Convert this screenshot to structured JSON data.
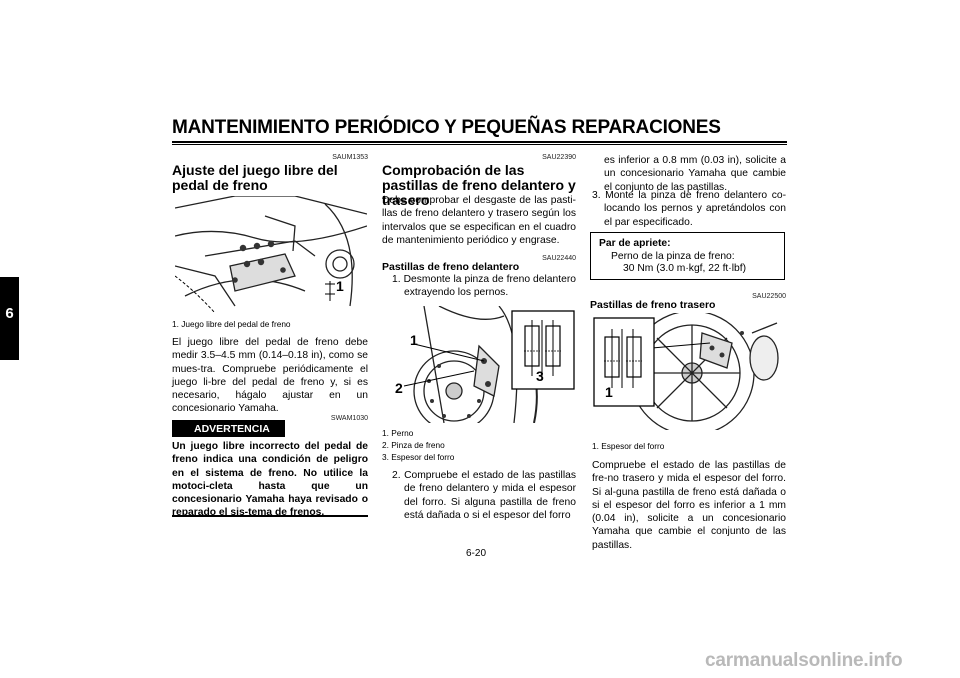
{
  "header": {
    "title": "MANTENIMIENTO PERIÓDICO Y PEQUEÑAS REPARACIONES"
  },
  "tab": {
    "number": "6"
  },
  "col1": {
    "code": "SAUM1353",
    "heading": "Ajuste del juego libre del pedal de freno",
    "figure_label": "1",
    "caption": "1. Juego libre del pedal de freno",
    "body": "El juego libre del pedal de freno debe medir 3.5–4.5 mm (0.14–0.18 in), como se mues-tra. Compruebe periódicamente el juego li-bre del pedal de freno y, si es necesario, hágalo ajustar en un concesionario Yamaha.",
    "warning_label": "ADVERTENCIA",
    "warning_code": "SWAM1030",
    "warning_text": "Un juego libre incorrecto del pedal de freno indica una condición de peligro en el sistema de freno. No utilice la motoci-cleta hasta que un concesionario Yamaha haya revisado o reparado el sis-tema de frenos."
  },
  "col2": {
    "code": "SAU22390",
    "heading": "Comprobación de las pastillas de freno delantero y trasero",
    "intro": "Debe comprobar el desgaste de las pasti-llas de freno delantero y trasero según los intervalos que se especifican en el cuadro de mantenimiento periódico y engrase.",
    "code2": "SAU22440",
    "subheading": "Pastillas de freno delantero",
    "step1": "1. Desmonte la pinza de freno delantero extrayendo los pernos.",
    "figure_labels": [
      "1",
      "2",
      "3"
    ],
    "captions": [
      "1. Perno",
      "2. Pinza de freno",
      "3. Espesor del forro"
    ],
    "step2": "2. Compruebe el estado de las pastillas de freno delantero y mida el espesor del forro. Si alguna pastilla de freno está dañada o si el espesor del forro"
  },
  "col3": {
    "step2_cont": "es inferior a 0.8 mm (0.03 in), solicite a un concesionario Yamaha que cambie el conjunto de las pastillas.",
    "step3": "3. Monte la pinza de freno delantero co-locando los pernos y apretándolos con el par especificado.",
    "spec": {
      "title": "Par de apriete:",
      "line1": "Perno de la pinza de freno:",
      "line2": "30 Nm (3.0 m·kgf, 22 ft·lbf)"
    },
    "code": "SAU22500",
    "subheading": "Pastillas de freno trasero",
    "figure_label": "1",
    "caption": "1. Espesor del forro",
    "body": "Compruebe el estado de las pastillas de fre-no trasero y mida el espesor del forro. Si al-guna pastilla de freno está dañada o si el espesor del forro es inferior a 1 mm (0.04 in), solicite a un concesionario Yamaha que cambie el conjunto de las pastillas."
  },
  "footer": {
    "page_number": "6-20",
    "watermark": "carmanualsonline.info"
  }
}
